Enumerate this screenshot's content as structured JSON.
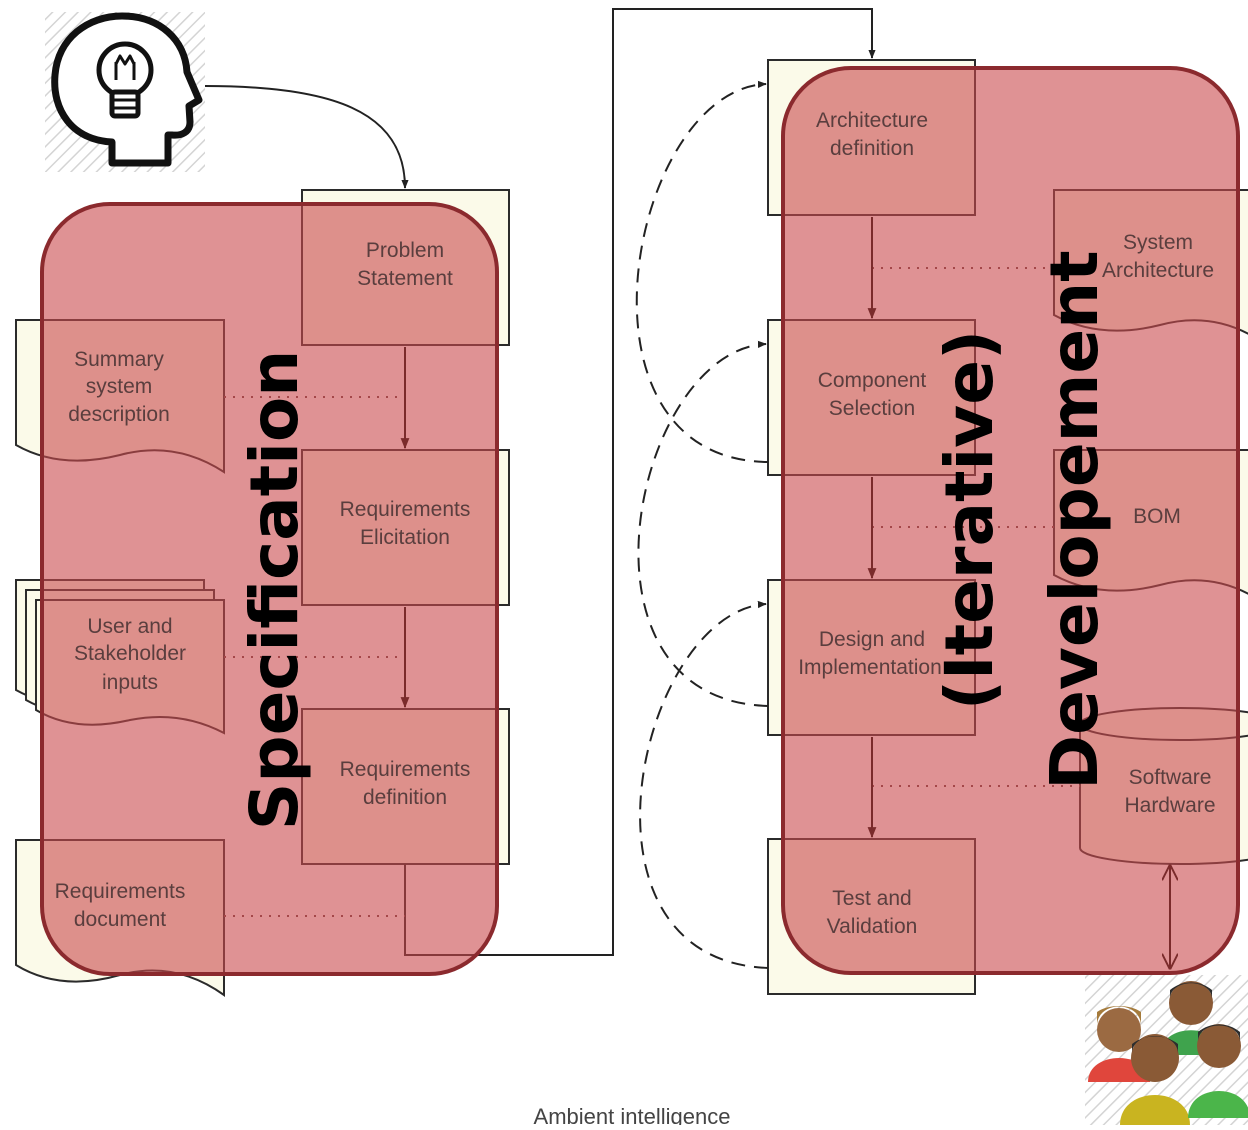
{
  "colors": {
    "paper": "#fbfae9",
    "outline": "#2b2b2b",
    "phase_fill": "#c9494d",
    "phase_stroke": "#8b2a2e",
    "dotted": "#6b4545",
    "arrow": "#7a2b2b",
    "text": "#5a3e3e"
  },
  "spec_phase": {
    "title": "Specification",
    "process_boxes": [
      {
        "id": "problem",
        "lines": [
          "Problem",
          "Statement"
        ]
      },
      {
        "id": "elicitation",
        "lines": [
          "Requirements",
          "Elicitation"
        ]
      },
      {
        "id": "definition",
        "lines": [
          "Requirements",
          "definition"
        ]
      }
    ],
    "documents": [
      {
        "id": "summary",
        "lines": [
          "Summary",
          "system",
          "description"
        ]
      },
      {
        "id": "stakeholder",
        "lines": [
          "User and",
          "Stakeholder",
          "inputs"
        ]
      },
      {
        "id": "req-document",
        "lines": [
          "Requirements",
          "document"
        ]
      }
    ]
  },
  "dev_phase": {
    "title_line1": "(Iterative)",
    "title_line2": "Developement",
    "process_boxes": [
      {
        "id": "architecture",
        "lines": [
          "Architecture",
          "definition"
        ]
      },
      {
        "id": "component",
        "lines": [
          "Component",
          "Selection"
        ]
      },
      {
        "id": "design",
        "lines": [
          "Design and",
          "Implementation"
        ]
      },
      {
        "id": "test",
        "lines": [
          "Test and",
          "Validation"
        ]
      }
    ],
    "documents": [
      {
        "id": "system-architecture",
        "lines": [
          "System",
          "Architecture"
        ]
      },
      {
        "id": "bom",
        "lines": [
          "BOM"
        ]
      }
    ],
    "datastore": {
      "lines": [
        "Software",
        "Hardware"
      ]
    }
  },
  "icons": {
    "idea": "head-lightbulb-icon",
    "users": "user-group-icon"
  },
  "footer": "Ambient intelligence"
}
